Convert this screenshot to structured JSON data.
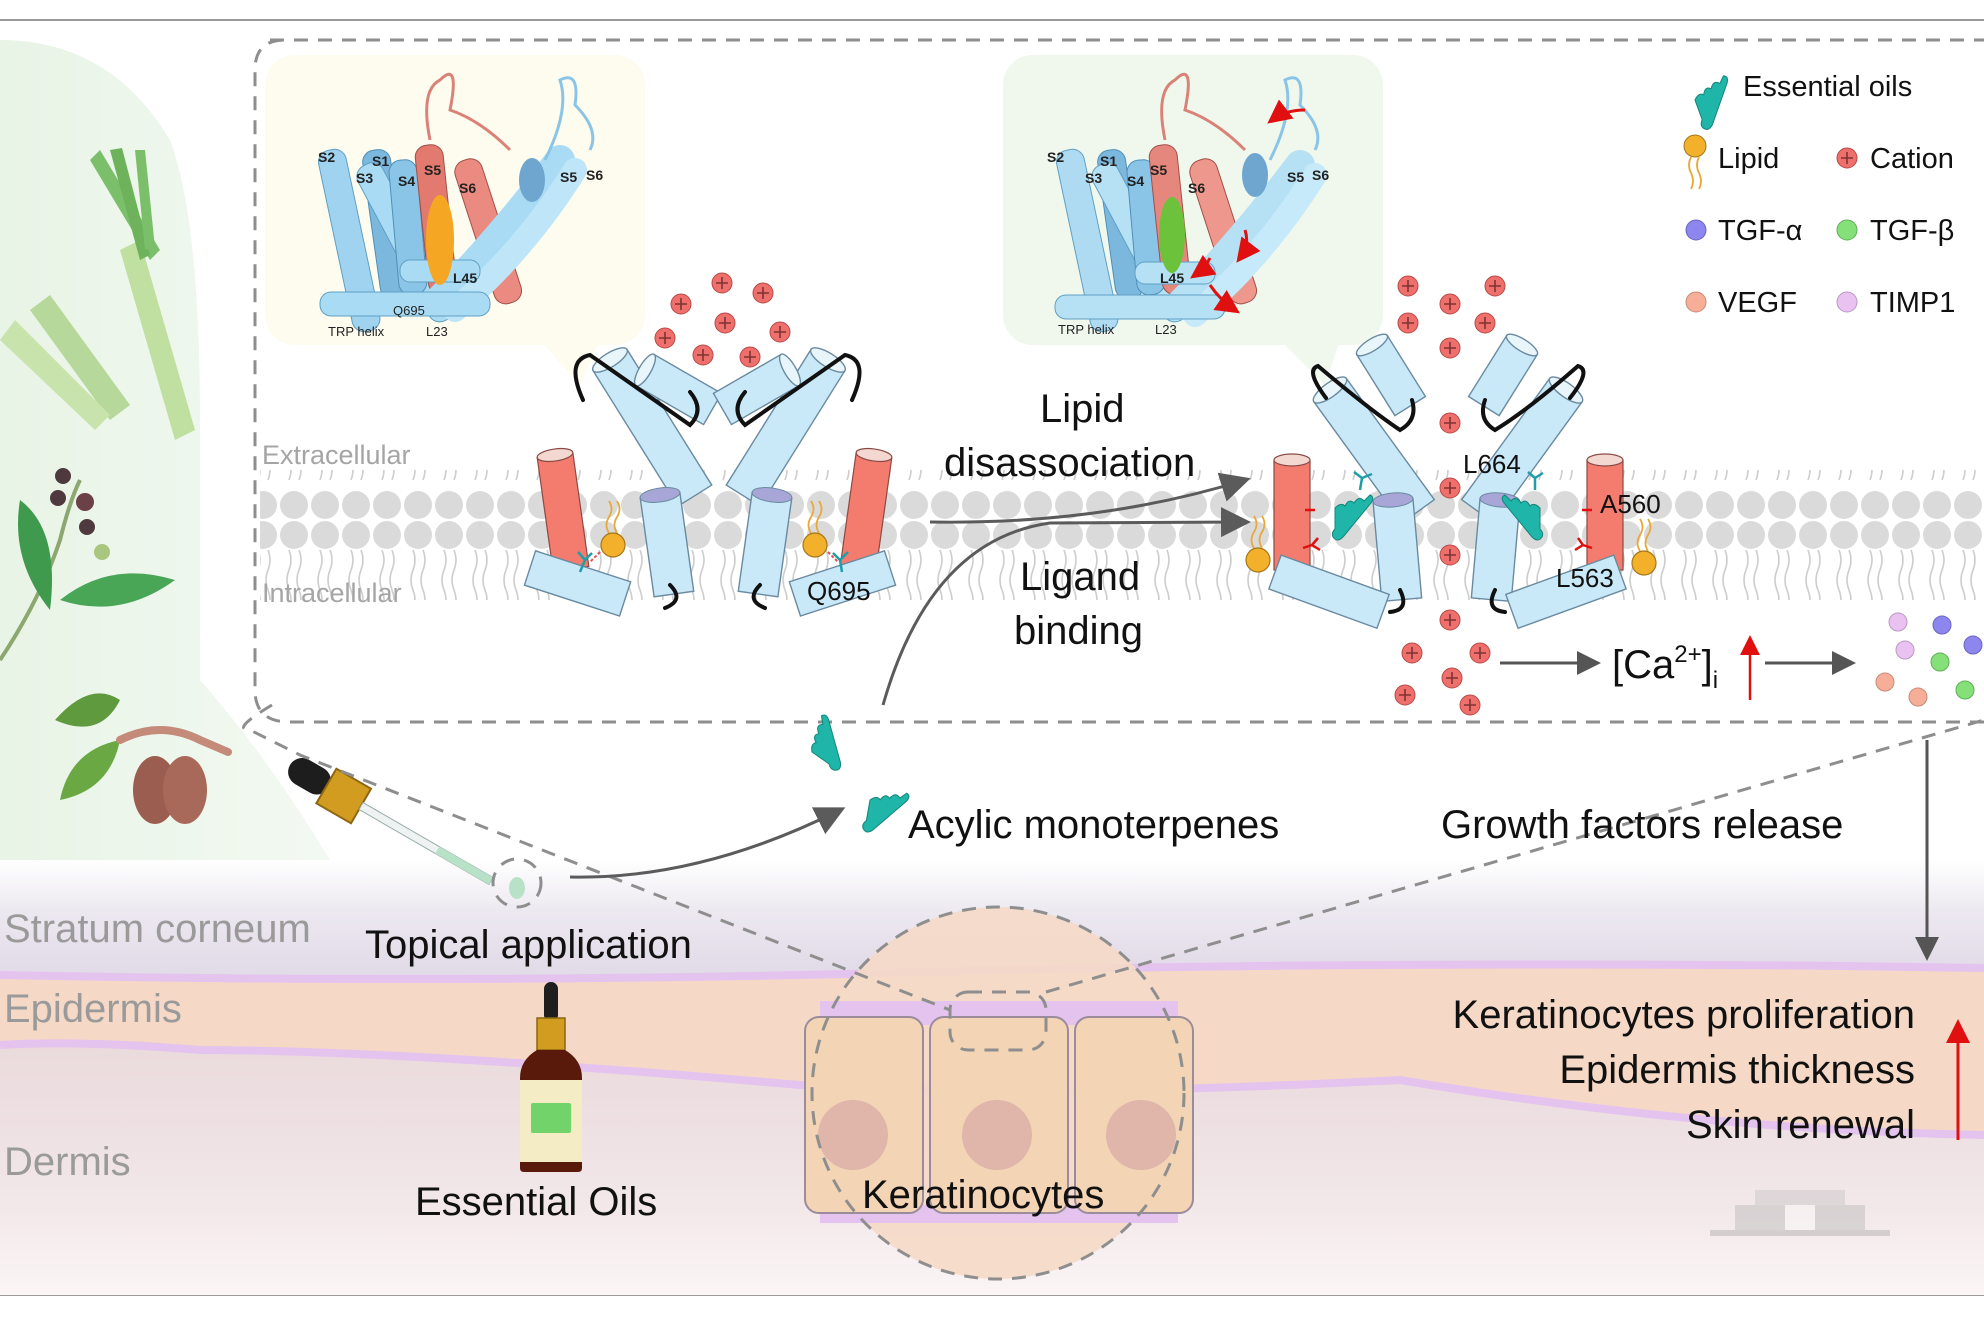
{
  "figure": {
    "skin_layers": {
      "stratum_corneum": "Stratum corneum",
      "epidermis": "Epidermis",
      "dermis": "Dermis"
    },
    "membrane": {
      "extracellular": "Extracellular",
      "intracellular": "Intracellular"
    },
    "process": {
      "lipid_disassociation_line1": "Lipid",
      "lipid_disassociation_line2": "disassociation",
      "ligand_binding_line1": "Ligand",
      "ligand_binding_line2": "binding"
    },
    "residues": {
      "closed_q695": "Q695",
      "open_l664": "L664",
      "open_a560": "A560",
      "open_l563": "L563"
    },
    "calcium": {
      "base": "[Ca",
      "superscript": "2+",
      "close": "]",
      "subscript": "i"
    },
    "labels": {
      "acylic_monoterpenes": "Acylic monoterpenes",
      "growth_factors_release": "Growth factors release",
      "topical_application": "Topical application",
      "essential_oils": "Essential Oils",
      "keratinocytes": "Keratinocytes"
    },
    "outcomes": [
      "Keratinocytes proliferation",
      "Epidermis thickness",
      "Skin renewal"
    ],
    "structure_closed": {
      "helices": [
        "S2",
        "S1",
        "S3",
        "S4",
        "S5",
        "S6",
        "S5",
        "S6",
        "L45",
        "Q695",
        "TRP helix",
        "L23"
      ]
    },
    "structure_open": {
      "helices": [
        "S2",
        "S1",
        "S3",
        "S4",
        "S5",
        "S6",
        "S5",
        "S6",
        "L45",
        "TRP helix",
        "L23"
      ]
    },
    "legend": [
      {
        "label": "Essential oils",
        "icon": "essential-oil-molecule-icon",
        "color": "#1fb5a8"
      },
      {
        "label": "Lipid",
        "icon": "lipid-icon",
        "color": "#f3b02a"
      },
      {
        "label": "Cation",
        "icon": "cation-icon",
        "color": "#ee6f6b"
      },
      {
        "label": "TGF-α",
        "icon": "dot-icon",
        "color": "#8c86ee"
      },
      {
        "label": "TGF-β",
        "icon": "dot-icon",
        "color": "#86e07a"
      },
      {
        "label": "VEGF",
        "icon": "dot-icon",
        "color": "#f6ae99"
      },
      {
        "label": "TIMP1",
        "icon": "dot-icon",
        "color": "#e9c2f2"
      }
    ]
  }
}
